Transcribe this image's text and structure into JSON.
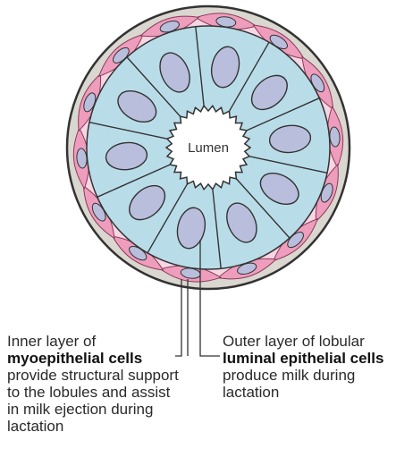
{
  "diagram": {
    "lumen_label": "Lumen",
    "colors": {
      "outer_ring": "#d9d7cf",
      "luminal_cell": "#b9dde8",
      "nucleus": "#b9bedc",
      "myoepithelial_cell": "#ef9dbd",
      "outline": "#333333"
    }
  },
  "captions": {
    "left": {
      "prefix": "Inner layer of",
      "bold": "myoepithelial cells",
      "suffix": "provide structural support to the lobules and assist in milk ejection during lactation"
    },
    "right": {
      "prefix": "Outer layer of lobular",
      "bold": "luminal epithelial cells",
      "suffix": "produce milk during lactation"
    }
  }
}
